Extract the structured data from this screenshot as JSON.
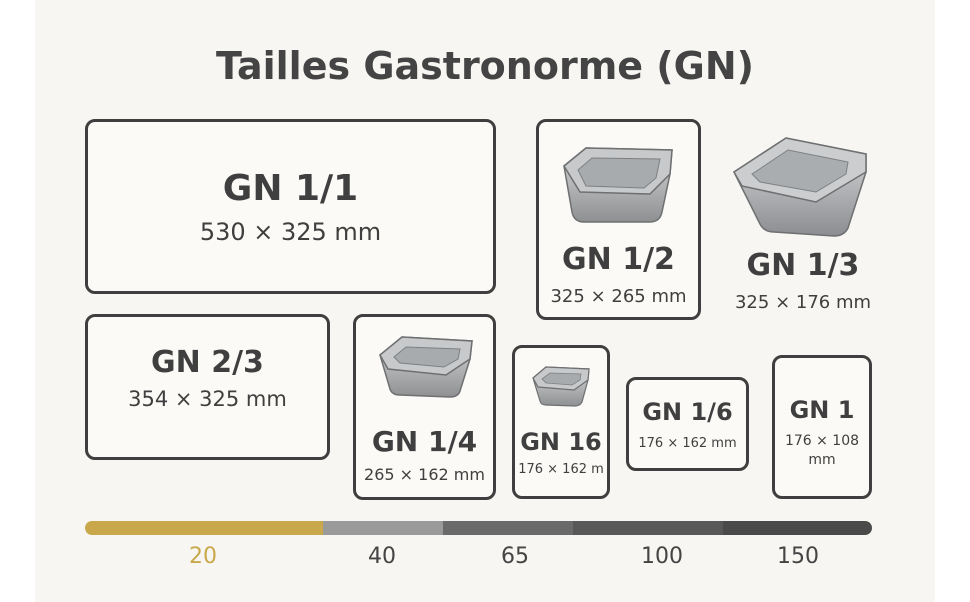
{
  "title": "Tailles Gastronorme (GN)",
  "cards": {
    "gn11": {
      "label": "GN 1/1",
      "dims": "530 × 325 mm"
    },
    "gn12": {
      "label": "GN 1/2",
      "dims": "325 × 265 mm"
    },
    "gn13": {
      "label": "GN 1/3",
      "dims": "325 × 176 mm"
    },
    "gn23": {
      "label": "GN 2/3",
      "dims": "354 × 325 mm"
    },
    "gn14": {
      "label": "GN 1/4",
      "dims": "265 × 162 mm"
    },
    "gn16a": {
      "label": "GN 16",
      "dims": "176 × 162 m"
    },
    "gn16b": {
      "label": "GN 1/6",
      "dims": "176 × 162 mm"
    },
    "gn1": {
      "label": "GN 1",
      "dims_line1": "176 × 108",
      "dims_line2": "mm"
    }
  },
  "scale": {
    "ticks": [
      "20",
      "40",
      "65",
      "100",
      "150"
    ],
    "colors": {
      "highlight": "#c9a84c",
      "gray1": "#9a9a9a",
      "gray2": "#6a6a6a",
      "gray3": "#555555",
      "gray4": "#4a4a4a"
    }
  }
}
